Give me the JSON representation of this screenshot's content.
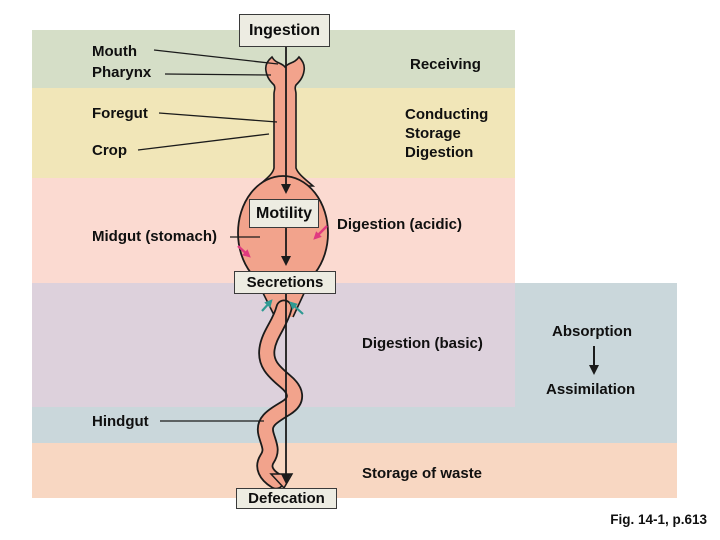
{
  "boxes": {
    "ingestion": "Ingestion",
    "motility": "Motility",
    "secretions": "Secretions",
    "defecation": "Defecation"
  },
  "anatomy": {
    "mouth": "Mouth",
    "pharynx": "Pharynx",
    "foregut": "Foregut",
    "crop": "Crop",
    "midgut": "Midgut (stomach)",
    "hindgut": "Hindgut"
  },
  "functions": {
    "receiving": "Receiving",
    "conducting": "Conducting",
    "storage": "Storage",
    "digestion": "Digestion",
    "acidic": "Digestion (acidic)",
    "basic": "Digestion (basic)",
    "absorption": "Absorption",
    "assimilation": "Assimilation",
    "waste": "Storage of waste"
  },
  "caption": "Fig. 14-1, p.613",
  "colors": {
    "band_receiving": "#d5dec7",
    "band_conducting_storage_digestion": "#f1e6b8",
    "band_digestion_acidic": "#fbdad1",
    "band_digestion_basic": "#ddd1dc",
    "band_absorption_hindgut": "#cad7db",
    "band_storage_of_waste": "#f8d7c2",
    "tract_fill": "#f2a38c",
    "outline": "#1b1b1b",
    "box_fill": "#edece2",
    "arrow_pink": "#e03a80",
    "arrow_teal": "#2f9a93"
  }
}
